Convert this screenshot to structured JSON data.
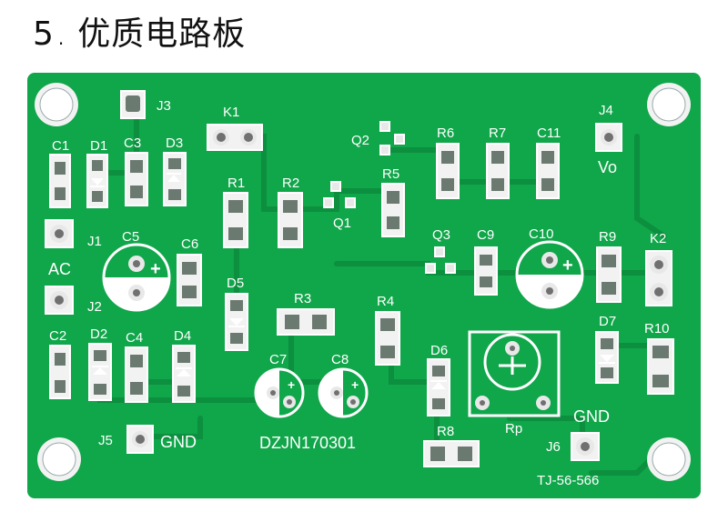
{
  "heading": {
    "number": "5",
    "separator": ".",
    "title": "优质电路板"
  },
  "colors": {
    "board": "#10a64a",
    "trace": "#0c8f3e",
    "pad": "#f2f2f2",
    "mask": "#0a6d2e"
  },
  "silkscreen": {
    "C1": "C1",
    "D1": "D1",
    "C3": "C3",
    "D3": "D3",
    "J3": "J3",
    "K1": "K1",
    "Q2": "Q2",
    "R6": "R6",
    "R7": "R7",
    "C11": "C11",
    "J4": "J4",
    "Vo": "Vo",
    "R5": "R5",
    "R1": "R1",
    "R2": "R2",
    "Q1": "Q1",
    "J1": "J1",
    "C5": "C5",
    "C6": "C6",
    "AC": "AC",
    "Q3": "Q3",
    "C9": "C9",
    "C10": "C10",
    "R9": "R9",
    "K2": "K2",
    "J2": "J2",
    "D5": "D5",
    "R3": "R3",
    "R4": "R4",
    "D7": "D7",
    "C2": "C2",
    "D2": "D2",
    "C4": "C4",
    "D4": "D4",
    "R10": "R10",
    "C7": "C7",
    "C8": "C8",
    "D6": "D6",
    "Rp": "Rp",
    "GND_right": "GND",
    "J5": "J5",
    "GND_left": "GND",
    "board_id": "DZJN170301",
    "R8": "R8",
    "J6": "J6",
    "part_no": "TJ-56-566"
  }
}
